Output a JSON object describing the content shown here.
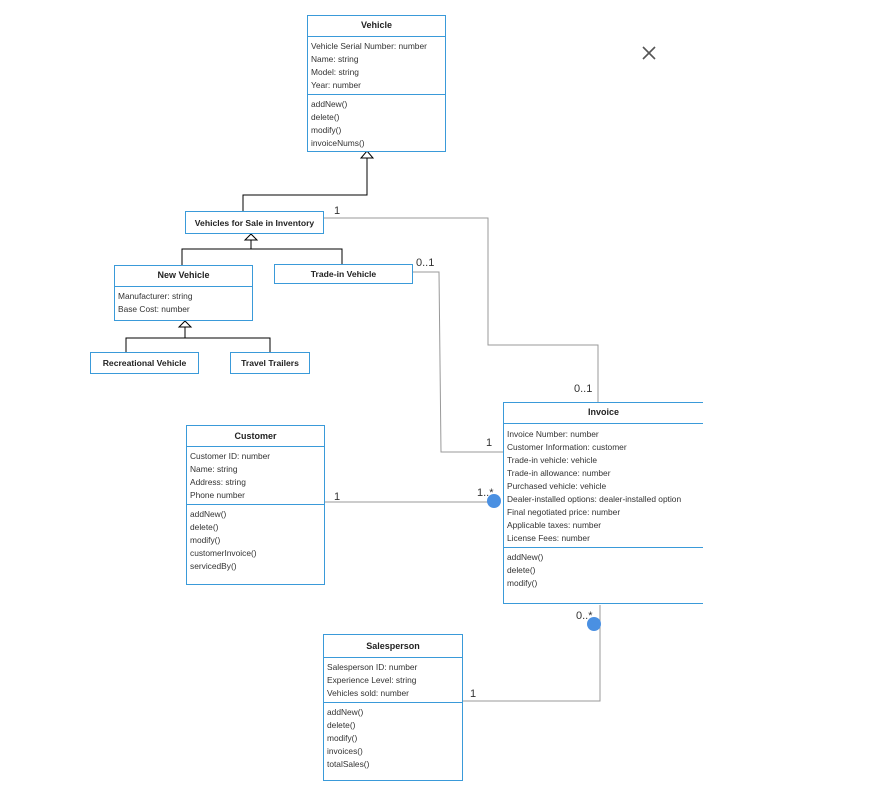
{
  "vehicle": {
    "title": "Vehicle",
    "attributes": [
      "Vehicle Serial Number: number",
      "Name: string",
      "Model: string",
      "Year: number"
    ],
    "methods": [
      "addNew()",
      "delete()",
      "modify()",
      "invoiceNums()"
    ]
  },
  "inventory": {
    "title": "Vehicles for Sale in Inventory"
  },
  "new_vehicle": {
    "title": "New Vehicle",
    "attributes": [
      "Manufacturer: string",
      "Base Cost: number"
    ]
  },
  "trade_in": {
    "title": "Trade-in Vehicle"
  },
  "recreational": {
    "title": "Recreational Vehicle"
  },
  "travel_trailers": {
    "title": "Travel Trailers"
  },
  "customer": {
    "title": "Customer",
    "attributes": [
      "Customer ID: number",
      "Name: string",
      "Address: string",
      "Phone number"
    ],
    "methods": [
      "addNew()",
      "delete()",
      "modify()",
      "customerInvoice()",
      "servicedBy()"
    ]
  },
  "invoice": {
    "title": "Invoice",
    "attributes": [
      "Invoice Number: number",
      "Customer Information: customer",
      "Trade-in vehicle: vehicle",
      "Trade-in allowance: number",
      "Purchased vehicle: vehicle",
      "Dealer-installed options: dealer-installed option",
      "Final negotiated price: number",
      "Applicable taxes: number",
      "License Fees: number"
    ],
    "methods": [
      "addNew()",
      "delete()",
      "modify()"
    ]
  },
  "salesperson": {
    "title": "Salesperson",
    "attributes": [
      "Salesperson ID: number",
      "Experience Level: string",
      "Vehicles sold: number"
    ],
    "methods": [
      "addNew()",
      "delete()",
      "modify()",
      "invoices()",
      "totalSales()"
    ]
  },
  "multiplicities": {
    "inventory_invoice_start": "1",
    "inventory_invoice_end": "0..1",
    "tradein_invoice_start": "0..1",
    "tradein_invoice_end": "1",
    "customer_invoice_start": "1",
    "customer_invoice_end": "1..*",
    "invoice_salesperson_start": "0..*",
    "invoice_salesperson_end": "1"
  },
  "colors": {
    "border": "#3a9ad9",
    "connector": "#999999",
    "handle": "#4a90e2"
  },
  "close_icon": "close-icon"
}
